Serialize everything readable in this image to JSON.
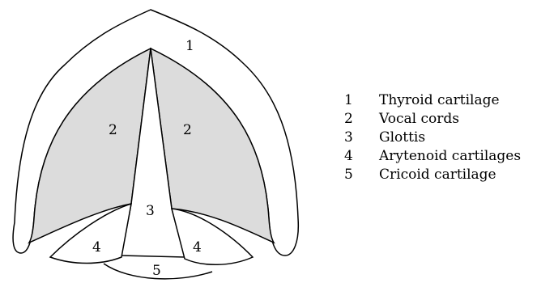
{
  "diagram": {
    "colors": {
      "outline": "#000000",
      "fill_cords": "#dcdcdc",
      "fill_plain": "#ffffff"
    },
    "region_labels": [
      "1",
      "2",
      "2",
      "3",
      "4",
      "4",
      "5"
    ]
  },
  "legend": {
    "items": [
      {
        "num": "1",
        "label": "Thyroid cartilage"
      },
      {
        "num": "2",
        "label": "Vocal cords"
      },
      {
        "num": "3",
        "label": "Glottis"
      },
      {
        "num": "4",
        "label": "Arytenoid cartilages"
      },
      {
        "num": "5",
        "label": "Cricoid cartilage"
      }
    ]
  }
}
